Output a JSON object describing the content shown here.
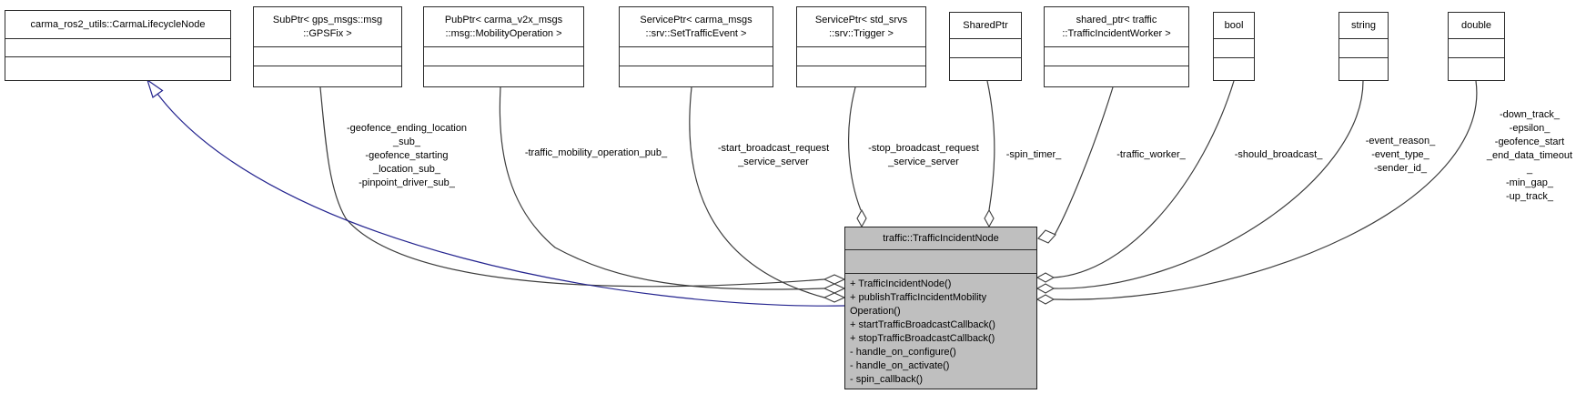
{
  "diagram": {
    "main_node": {
      "title": "traffic::TrafficIncidentNode",
      "methods": [
        "+ TrafficIncidentNode()",
        "+ publishTrafficIncidentMobility\nOperation()",
        "+ startTrafficBroadcastCallback()",
        "+ stopTrafficBroadcastCallback()",
        "- handle_on_configure()",
        "- handle_on_activate()",
        "- spin_callback()"
      ]
    },
    "nodes": [
      {
        "title": "carma_ros2_utils::CarmaLifecycleNode"
      },
      {
        "title": "SubPtr< gps_msgs::msg\n::GPSFix >"
      },
      {
        "title": "PubPtr< carma_v2x_msgs\n::msg::MobilityOperation >"
      },
      {
        "title": "ServicePtr< carma_msgs\n::srv::SetTrafficEvent >"
      },
      {
        "title": "ServicePtr< std_srvs\n::srv::Trigger >"
      },
      {
        "title": "SharedPtr"
      },
      {
        "title": "shared_ptr< traffic\n::TrafficIncidentWorker >"
      },
      {
        "title": "bool"
      },
      {
        "title": "string"
      },
      {
        "title": "double"
      }
    ],
    "edge_labels": [
      {
        "text": "-geofence_ending_location\n_sub_\n-geofence_starting\n_location_sub_\n-pinpoint_driver_sub_"
      },
      {
        "text": "-traffic_mobility_operation_pub_"
      },
      {
        "text": "-start_broadcast_request\n_service_server"
      },
      {
        "text": "-stop_broadcast_request\n_service_server"
      },
      {
        "text": "-spin_timer_"
      },
      {
        "text": "-traffic_worker_"
      },
      {
        "text": "-should_broadcast_"
      },
      {
        "text": "-event_reason_\n-event_type_\n-sender_id_"
      },
      {
        "text": "-down_track_\n-epsilon_\n-geofence_start\n_end_data_timeout\n_\n-min_gap_\n-up_track_"
      }
    ],
    "colors": {
      "node_fill": "#ffffff",
      "main_node_fill": "#bfbfbf",
      "border": "#2b2b2b",
      "usage_edge": "#3d3d3d",
      "inheritance_edge": "#24248f",
      "text": "#000000"
    }
  }
}
